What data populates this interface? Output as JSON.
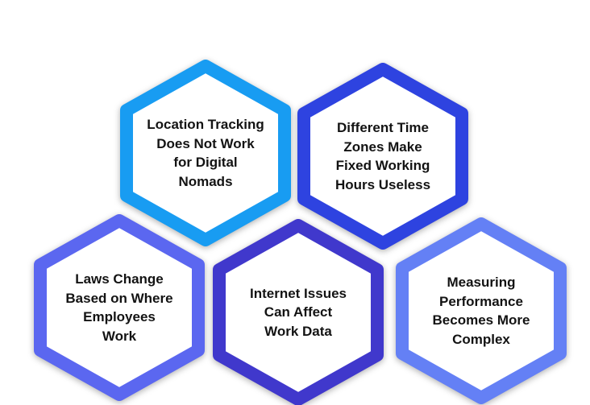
{
  "figure": {
    "type": "honeycomb-infographic",
    "background_color": "#ffffff",
    "text_color": "#131313",
    "cell_fill_color": "#ffffff",
    "hexagons": [
      {
        "id": "location-tracking",
        "label": "Location Tracking\nDoes Not Work\nfor Digital\nNomads",
        "border_color": "#189CF2",
        "row": "top"
      },
      {
        "id": "time-zones",
        "label": "Different Time\nZones Make\nFixed Working\nHours Useless",
        "border_color": "#2E43E0",
        "row": "top"
      },
      {
        "id": "laws-change",
        "label": "Laws Change\nBased on Where\nEmployees\nWork",
        "border_color": "#5B67F0",
        "row": "bottom"
      },
      {
        "id": "internet-issues",
        "label": "Internet Issues\nCan Affect\nWork Data",
        "border_color": "#4038CC",
        "row": "bottom"
      },
      {
        "id": "measuring-performance",
        "label": "Measuring\nPerformance\nBecomes More\nComplex",
        "border_color": "#6480F5",
        "row": "bottom"
      }
    ]
  }
}
